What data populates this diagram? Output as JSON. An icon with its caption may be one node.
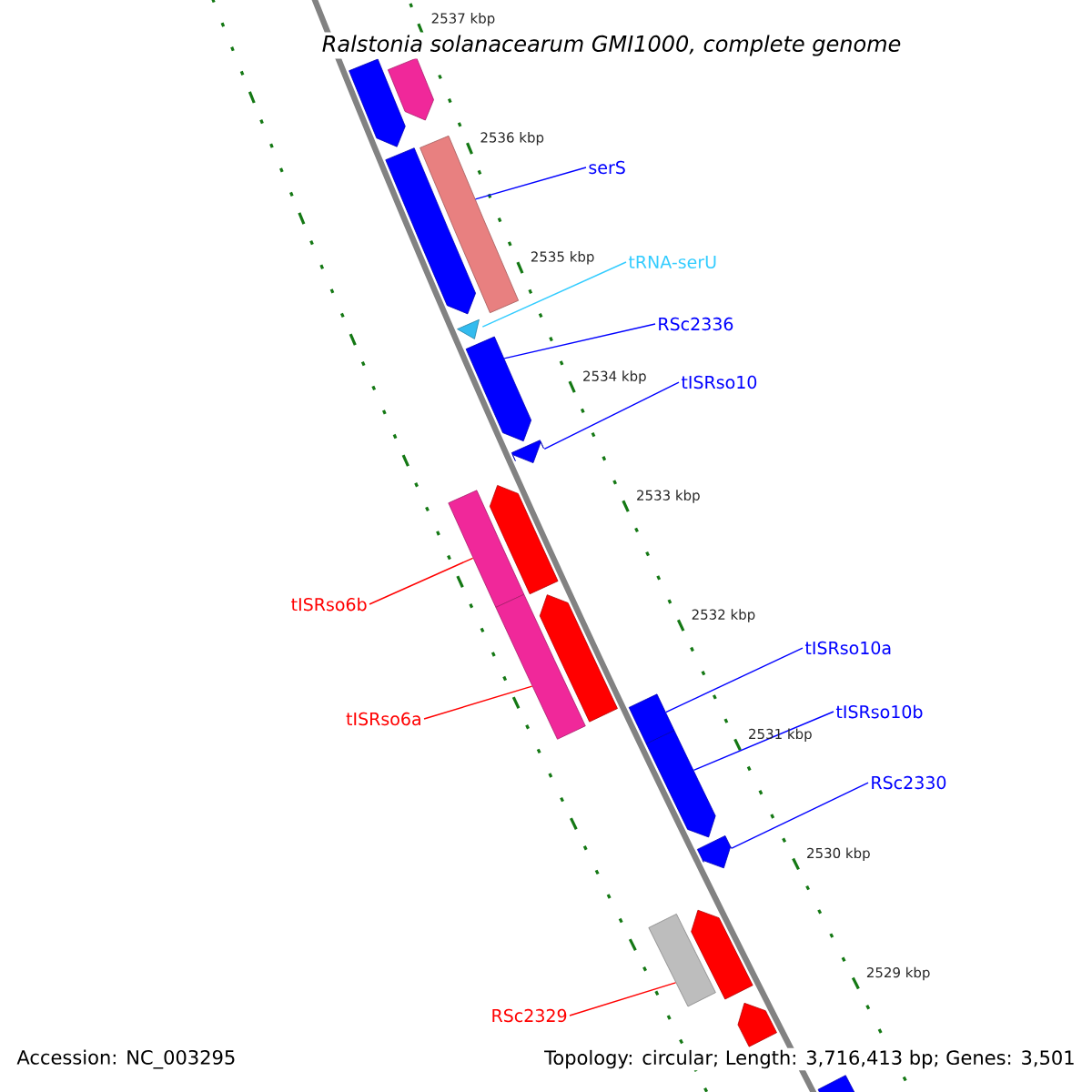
{
  "diagram": {
    "title": "Ralstonia solanacearum GMI1000, complete genome",
    "nodes": [
      {
        "text": [
          "serS"
        ]
      },
      {
        "text": [],
        "shape": "bar"
      },
      {
        "text": [
          "tRNA-serU"
        ]
      },
      {
        "text": [],
        "shape": "triangle"
      },
      {
        "text": [
          "RSc2336"
        ]
      },
      {
        "text": [],
        "shape": "bar"
      },
      {
        "text": [
          "tISRso10"
        ]
      },
      {
        "text": [],
        "shape": "bar"
      },
      {
        "text": [
          "tISRso6b"
        ]
      },
      {
        "text": [],
        "shape": "bar"
      },
      {
        "text": [
          "tISRso10a"
        ]
      },
      {
        "text": [],
        "shape": "bar"
      },
      {
        "text": [
          "tISRso6a"
        ]
      },
      {
        "text": [],
        "shape": "bar"
      },
      {
        "text": [
          "tISRso10b"
        ]
      },
      {
        "text": [],
        "shape": "bar"
      },
      {
        "text": [
          "RSc2330"
        ]
      },
      {
        "text": [],
        "shape": "bar"
      },
      {
        "text": [
          "RSc2329"
        ]
      },
      {
        "text": [],
        "shape": "bar"
      },
      {
        "text": [],
        "shape": "bar"
      },
      {
        "text": [],
        "shape": "bar"
      },
      {
        "text": [],
        "shape": "bar"
      },
      {
        "text": [],
        "shape": "bar"
      },
      {
        "text": [],
        "shape": "bar"
      },
      {
        "text": [],
        "shape": "bar"
      },
      {
        "text": [],
        "shape": "bar"
      },
      {
        "text": [],
        "shape": "bar"
      }
    ],
    "edges": [
      {
        "from": 0,
        "to": 1,
        "arrow": "none"
      },
      {
        "from": 2,
        "to": 3,
        "arrow": "none",
        "color": "#33ccff"
      },
      {
        "from": 4,
        "to": 5,
        "arrow": "none"
      },
      {
        "from": 6,
        "to": 7,
        "arrow": "none"
      },
      {
        "from": 8,
        "to": 9,
        "arrow": "none",
        "color": "#ff0000"
      },
      {
        "from": 10,
        "to": 11,
        "arrow": "none"
      },
      {
        "from": 12,
        "to": 13,
        "arrow": "none",
        "color": "#ff0000"
      },
      {
        "from": 14,
        "to": 15,
        "arrow": "none"
      },
      {
        "from": 16,
        "to": 17,
        "arrow": "none"
      },
      {
        "from": 18,
        "to": 19,
        "arrow": "none",
        "color": "#ff0000"
      }
    ],
    "labels": [
      "2537 kbp",
      "2536 kbp",
      "2535 kbp",
      "2534 kbp",
      "2533 kbp",
      "2532 kbp",
      "2531 kbp",
      "2530 kbp",
      "2529 kbp",
      "Accession: NC_003295",
      "Topology: circular; Length: 3,716,413 bp; Genes: 3,501"
    ]
  }
}
